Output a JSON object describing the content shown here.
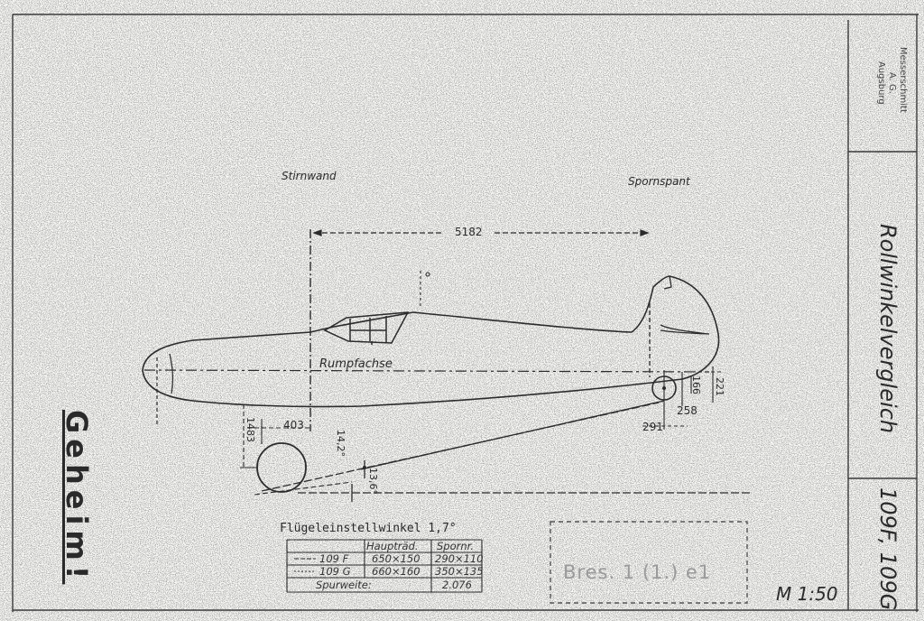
{
  "drawing": {
    "company": [
      "Messerschmitt",
      "A. G.",
      "Augsburg"
    ],
    "title": "Rollwinkelvergleich",
    "types": "109F, 109G",
    "scale": "M 1:50",
    "stamp": "Geheim!",
    "stamp_box_text": "Bres. 1 (1.) e1"
  },
  "labels": {
    "stirnwand": "Stirnwand",
    "spornspant": "Spornspant",
    "rumpfachse": "Rumpfachse",
    "length": "5182",
    "dim_1483": "1483",
    "dim_403": "403",
    "angle_142": "14,2°",
    "angle_136": "13,6°",
    "dim_166": "166",
    "dim_221": "221",
    "dim_258": "258",
    "dim_291": "291"
  },
  "table": {
    "title": "Flügeleinstellwinkel 1,7°",
    "col_main": "Haupträd.",
    "col_tail": "Spornr.",
    "rows": [
      {
        "type": "109 F",
        "main": "650×150",
        "tail": "290×110"
      },
      {
        "type": "109 G",
        "main": "660×160",
        "tail": "350×135"
      }
    ],
    "track_label": "Spurweite:",
    "track_value": "2.076"
  }
}
